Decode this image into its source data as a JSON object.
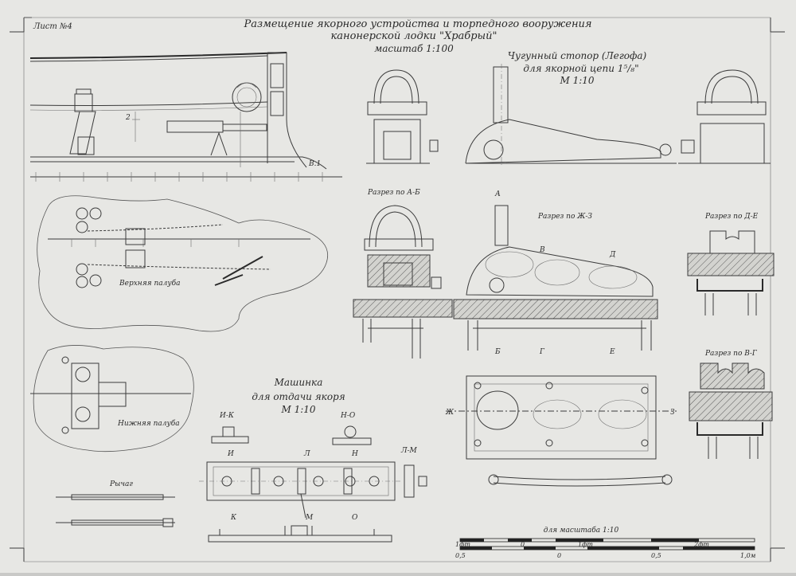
{
  "sheet": {
    "sheet_no": "Лист №4",
    "title_line1": "Размещение якорного устройства и торпедного вооружения",
    "title_line2": "канонерской лодки \"Храбрый\"",
    "title_scale": "масштаб 1:100"
  },
  "stopper": {
    "title_line1": "Чугунный стопор (Легофа)",
    "title_line2": "для якорной цепи 1⁵/₈\"",
    "scale": "М 1:10"
  },
  "sections": {
    "ab": "Разрез по А-Б",
    "zhz": "Разрез по Ж-З",
    "de": "Разрез по Д-Е",
    "vg": "Разрез по В-Г",
    "letter_a": "А",
    "letter_b": "Б",
    "letter_v": "В",
    "letter_g": "Г",
    "letter_d": "Д",
    "letter_e": "Е",
    "letter_zh": "Ж",
    "letter_z": "З"
  },
  "decks": {
    "upper": "Верхняя палуба",
    "lower": "Нижняя палуба",
    "b1": "В.1",
    "dim_h": "2"
  },
  "machine": {
    "title_line1": "Машинка",
    "title_line2": "для отдачи якоря",
    "scale": "М 1:10",
    "ik": "И-К",
    "no": "Н-О",
    "lm": "Л-М",
    "i": "И",
    "l": "Л",
    "n": "Н",
    "k": "К",
    "m": "М",
    "o": "О"
  },
  "lever": {
    "label": "Рычаг"
  },
  "scale_bar": {
    "caption": "для масштаба 1:10",
    "top_labels": [
      "1фт",
      "0",
      "1фт",
      "2фт"
    ],
    "bottom_labels": [
      "0,5",
      "0",
      "0,5",
      "1,0м"
    ]
  }
}
